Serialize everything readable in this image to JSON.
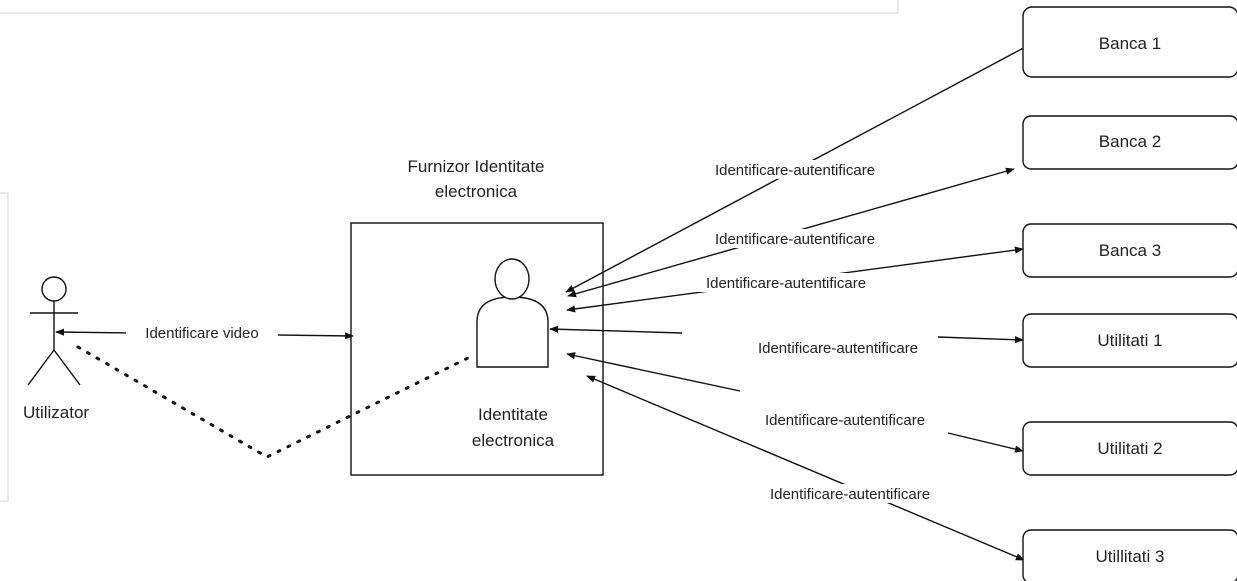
{
  "diagram": {
    "actor": {
      "label": "Utilizator"
    },
    "provider": {
      "title_line1": "Furnizor Identitate",
      "title_line2": "electronica",
      "identity_line1": "Identitate",
      "identity_line2": "electronica"
    },
    "video_link_label": "Identificare video",
    "edge_label": "Identificare-autentificare",
    "partners": [
      {
        "label": "Banca 1"
      },
      {
        "label": "Banca 2"
      },
      {
        "label": "Banca 3"
      },
      {
        "label": "Utilitati 1"
      },
      {
        "label": "Utilitati 2"
      },
      {
        "label": "Utillitati 3"
      }
    ]
  }
}
